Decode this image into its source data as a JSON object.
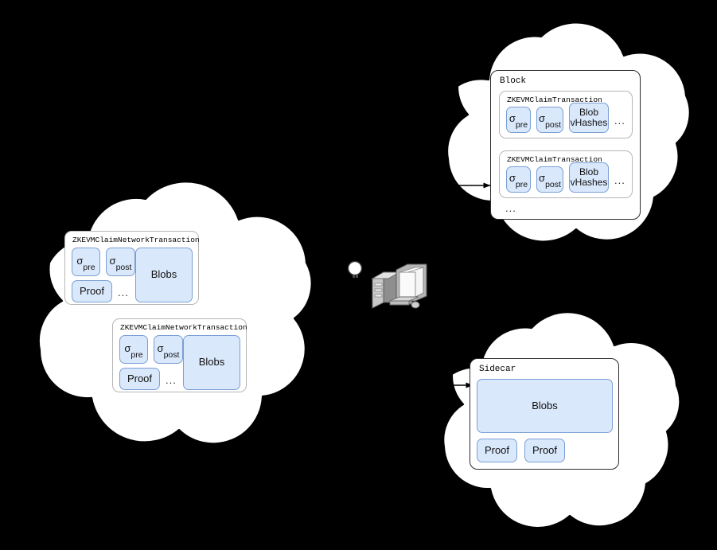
{
  "diagram": {
    "title": "ZKEVM Claim Network / Block / Sidecar flow",
    "background_color": "#000000",
    "accent_fill": "#dae8fc",
    "accent_border": "#7a9fd4",
    "cloud_fill": "#ffffff",
    "cloud_stroke": "#000000"
  },
  "clouds": {
    "network": {
      "name": "network-cloud",
      "transactions": [
        {
          "label": "ZKEVMClaimNetworkTransaction",
          "fields": [
            {
              "kind": "sigma",
              "sym": "σ",
              "sub": "pre"
            },
            {
              "kind": "sigma",
              "sym": "σ",
              "sub": "post"
            },
            {
              "kind": "text",
              "text": "Proof"
            },
            {
              "kind": "ellipsis",
              "text": "..."
            },
            {
              "kind": "text",
              "text": "Blobs"
            }
          ]
        },
        {
          "label": "ZKEVMClaimNetworkTransaction",
          "fields": [
            {
              "kind": "sigma",
              "sym": "σ",
              "sub": "pre"
            },
            {
              "kind": "sigma",
              "sym": "σ",
              "sub": "post"
            },
            {
              "kind": "text",
              "text": "Proof"
            },
            {
              "kind": "ellipsis",
              "text": "..."
            },
            {
              "kind": "text",
              "text": "Blobs"
            }
          ]
        }
      ]
    },
    "block": {
      "name": "block-cloud",
      "container_label": "Block",
      "trailing_ellipsis": "...",
      "transactions": [
        {
          "label": "ZKEVMClaimTransaction",
          "fields": [
            {
              "kind": "sigma",
              "sym": "σ",
              "sub": "pre"
            },
            {
              "kind": "sigma",
              "sym": "σ",
              "sub": "post"
            },
            {
              "kind": "text",
              "text": "Blob vHashes",
              "line1": "Blob",
              "line2": "vHashes"
            },
            {
              "kind": "ellipsis",
              "text": "..."
            }
          ]
        },
        {
          "label": "ZKEVMClaimTransaction",
          "fields": [
            {
              "kind": "sigma",
              "sym": "σ",
              "sub": "pre"
            },
            {
              "kind": "sigma",
              "sym": "σ",
              "sub": "post"
            },
            {
              "kind": "text",
              "text": "Blob vHashes",
              "line1": "Blob",
              "line2": "vHashes"
            },
            {
              "kind": "ellipsis",
              "text": "..."
            }
          ]
        }
      ]
    },
    "sidecar": {
      "name": "sidecar-cloud",
      "container_label": "Sidecar",
      "blobs_label": "Blobs",
      "proofs": [
        "Proof",
        "Proof"
      ]
    }
  },
  "middle": {
    "computer_icon": "desktop-computer-icon",
    "node_dot": "node-dot-icon"
  },
  "arrows": [
    {
      "name": "arrow-to-block",
      "from": "network-cloud",
      "to": "block-cloud"
    },
    {
      "name": "arrow-to-sidecar",
      "from": "network-cloud",
      "to": "sidecar-cloud"
    }
  ]
}
